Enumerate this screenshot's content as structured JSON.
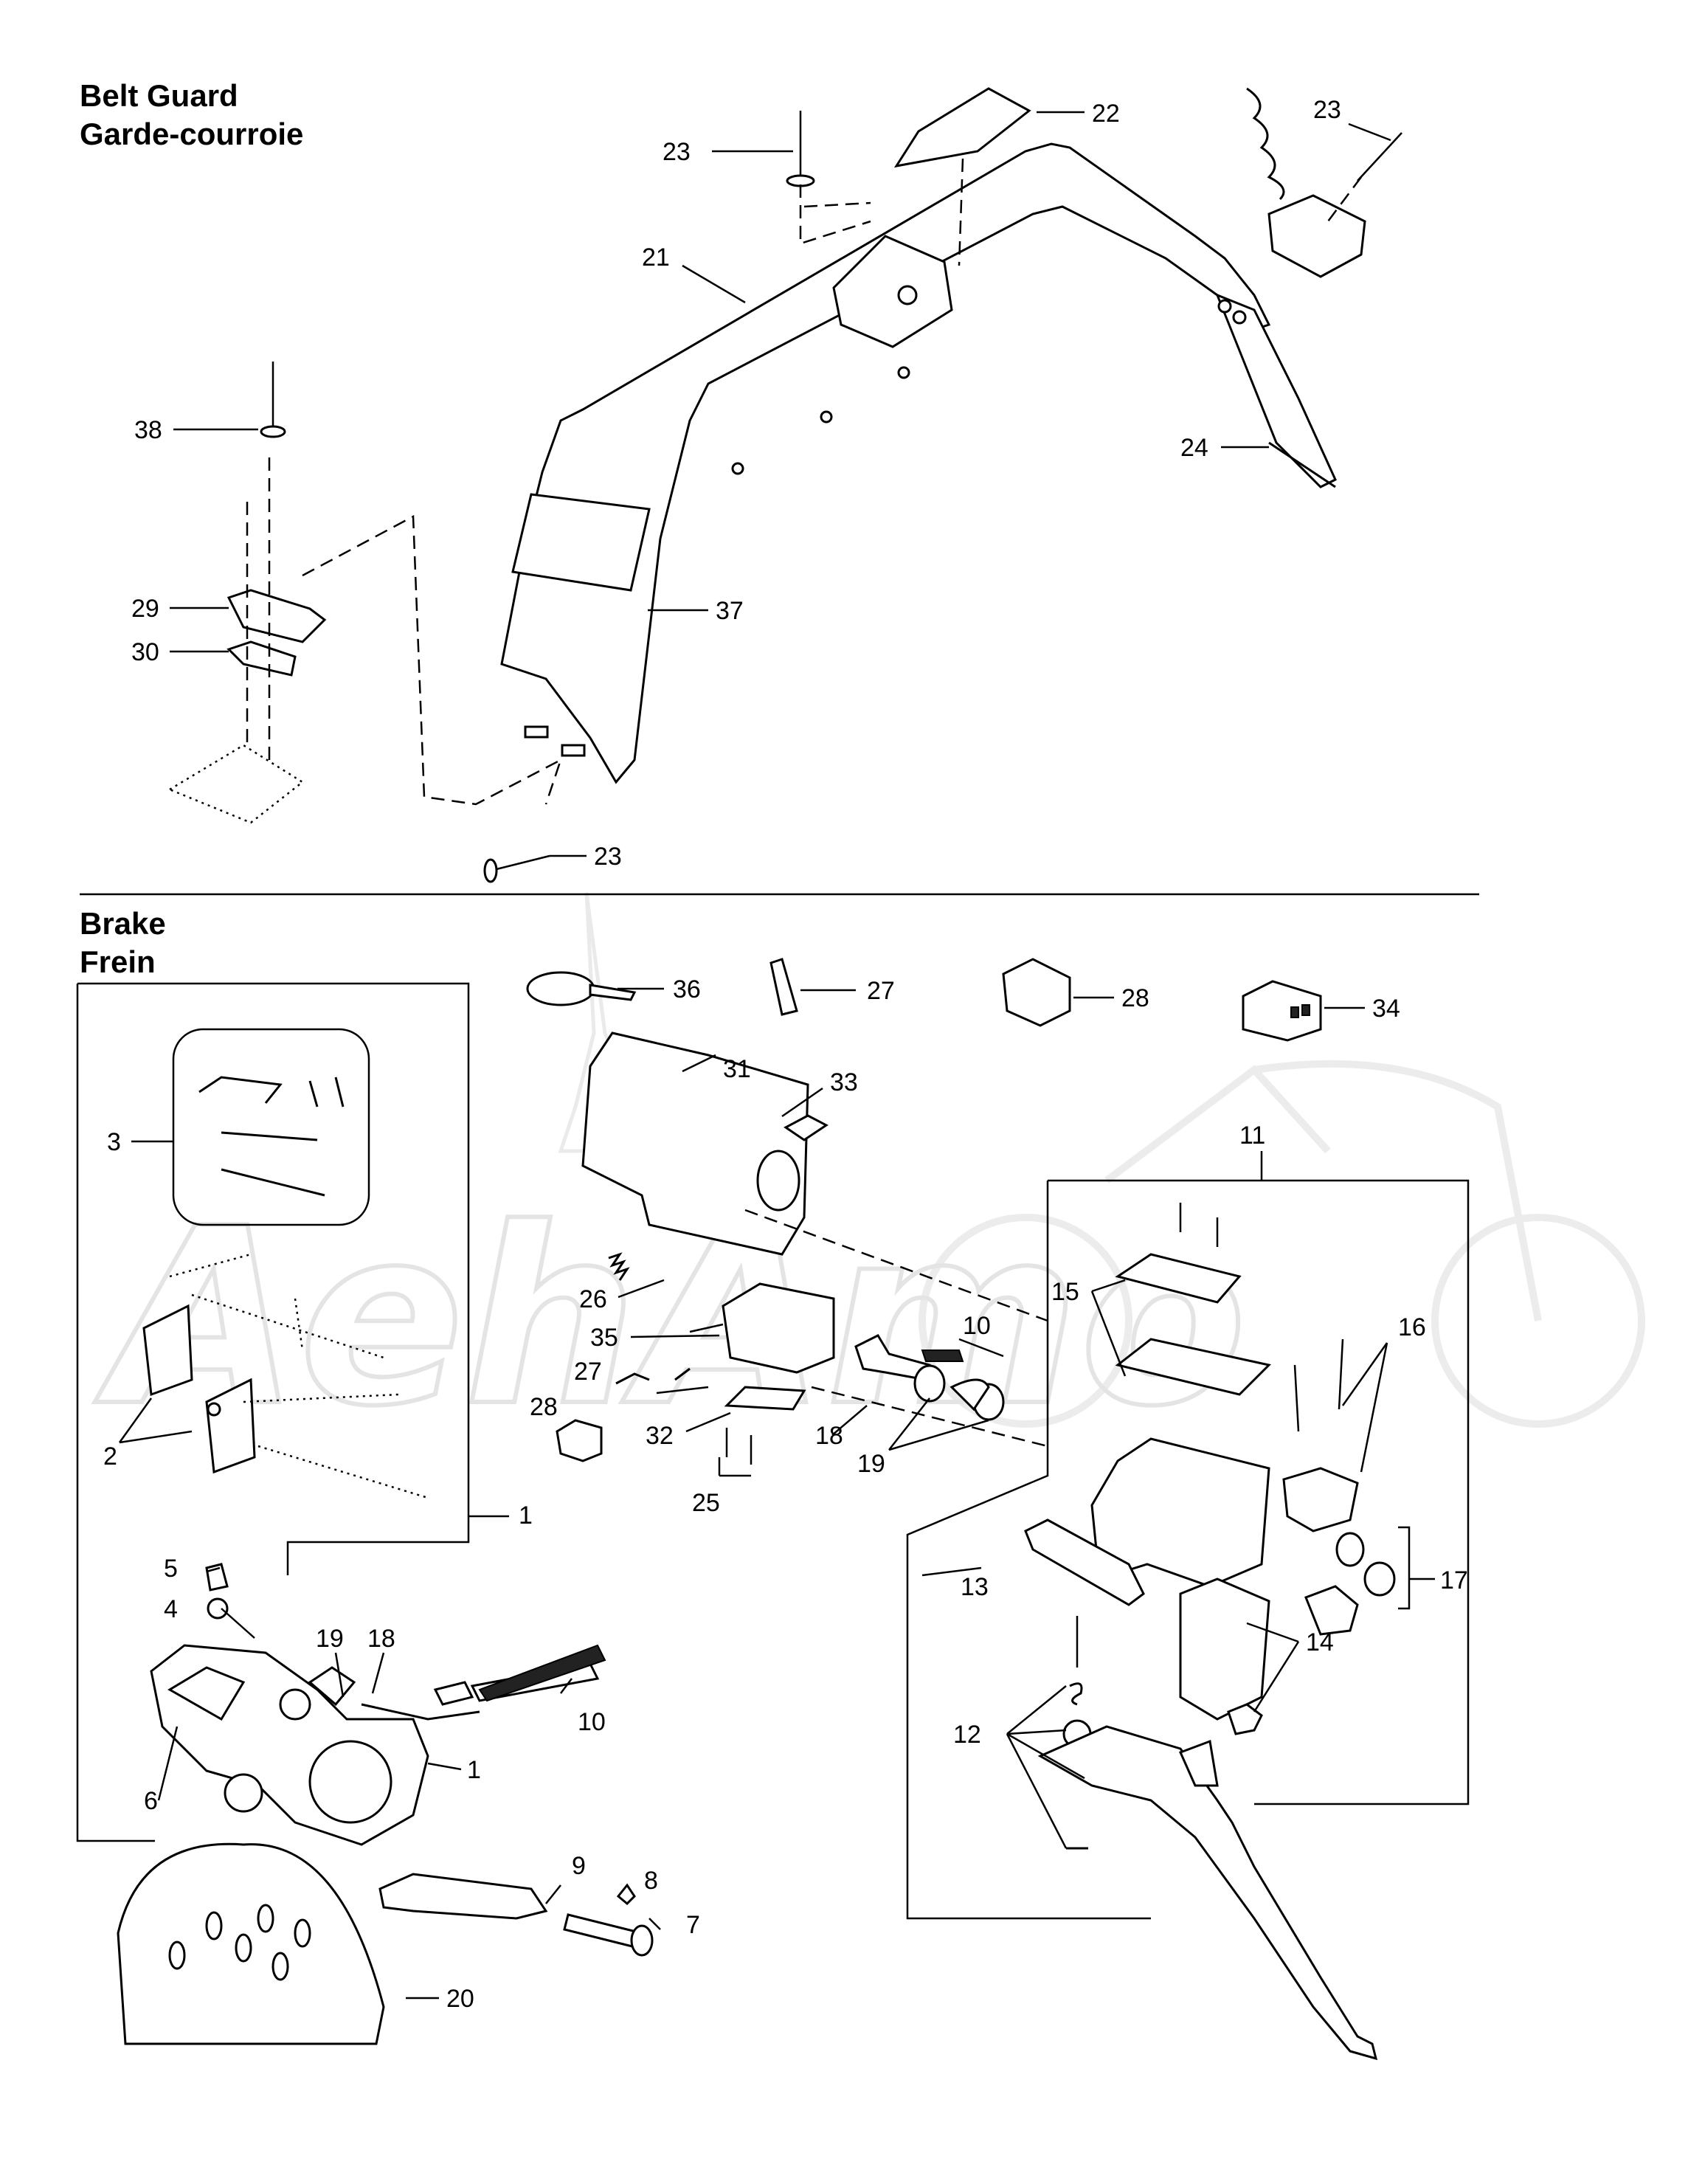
{
  "sections": {
    "belt_guard": {
      "title_en": "Belt Guard",
      "title_fr": "Garde-courroie"
    },
    "brake": {
      "title_en": "Brake",
      "title_fr": "Frein"
    }
  },
  "callouts": {
    "c22": "22",
    "c23a": "23",
    "c23b": "23",
    "c23c": "23",
    "c21": "21",
    "c38": "38",
    "c24": "24",
    "c29": "29",
    "c37": "37",
    "c30": "30",
    "c36": "36",
    "c27a": "27",
    "c28a": "28",
    "c34": "34",
    "c31": "31",
    "c33": "33",
    "c3": "3",
    "c11": "11",
    "c15": "15",
    "c16": "16",
    "c10a": "10",
    "c26": "26",
    "c35": "35",
    "c28b": "28",
    "c27b": "27",
    "c2": "2",
    "c32": "32",
    "c18a": "18",
    "c19a": "19",
    "c25": "25",
    "c1a": "1",
    "c17": "17",
    "c13": "13",
    "c5": "5",
    "c4": "4",
    "c19b": "19",
    "c18b": "18",
    "c14": "14",
    "c10b": "10",
    "c12": "12",
    "c1b": "1",
    "c6": "6",
    "c9": "9",
    "c8": "8",
    "c7": "7",
    "c20": "20"
  },
  "watermark": {
    "text": "AehAmo"
  }
}
